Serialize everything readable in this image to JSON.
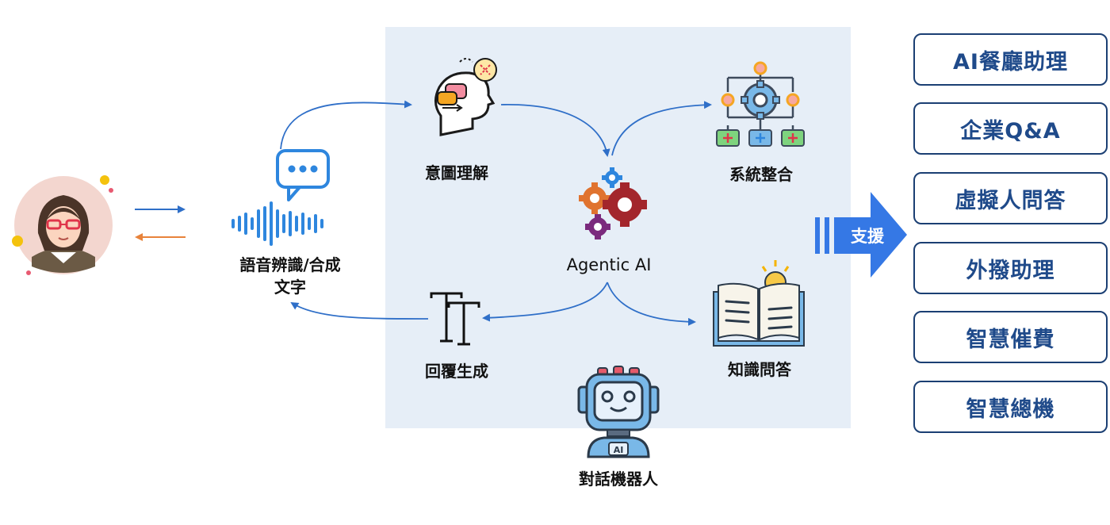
{
  "nodes": {
    "asr": "語音辨識/合成\n文字",
    "intent": "意圖理解",
    "system": "系統整合",
    "agentic": "Agentic AI",
    "reply": "回覆生成",
    "knowledge": "知識問答",
    "chatbot": "對話機器人"
  },
  "support_label": "支援",
  "services": [
    "AI餐廳助理",
    "企業Q&A",
    "虛擬人問答",
    "外撥助理",
    "智慧催費",
    "智慧總機"
  ],
  "colors": {
    "panel": "#e6eef7",
    "arrow_blue": "#2f6fc8",
    "arrow_orange": "#e8833a",
    "big_arrow": "#3578e5",
    "service_border": "#1b3f73",
    "service_text": "#1f4a8a"
  }
}
